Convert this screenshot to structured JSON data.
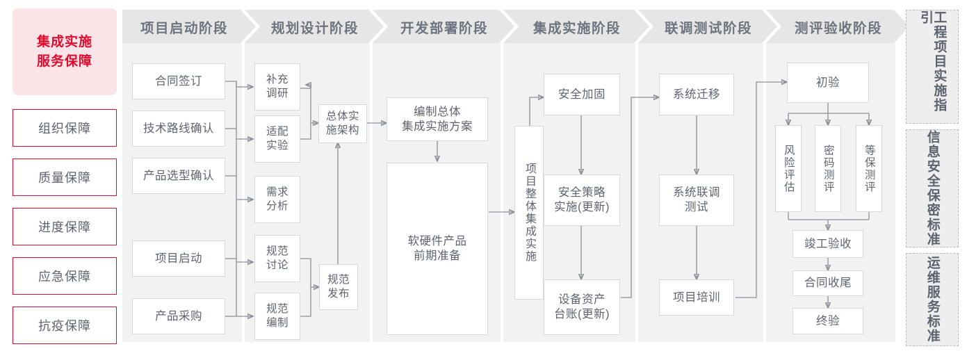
{
  "guarantee": {
    "header_line1": "集成实施",
    "header_line2": "服务保障",
    "items": [
      {
        "label": "组织保障"
      },
      {
        "label": "质量保障"
      },
      {
        "label": "进度保障"
      },
      {
        "label": "应急保障"
      },
      {
        "label": "抗疫保障"
      }
    ]
  },
  "phases": [
    {
      "title": "项目启动阶段"
    },
    {
      "title": "规划设计阶段"
    },
    {
      "title": "开发部署阶段"
    },
    {
      "title": "集成实施阶段"
    },
    {
      "title": "联调测试阶段"
    },
    {
      "title": "测评验收阶段"
    }
  ],
  "nodes": {
    "p1_n1": "合同签订",
    "p1_n2": "技术路线确认",
    "p1_n3": "产品选型确认",
    "p1_n4": "项目启动",
    "p1_n5": "产品采购",
    "p2_n1a": "补充",
    "p2_n1b": "调研",
    "p2_n2a": "适配",
    "p2_n2b": "实验",
    "p2_n3a": "需求",
    "p2_n3b": "分析",
    "p2_n4a": "规范",
    "p2_n4b": "讨论",
    "p2_n5a": "规范",
    "p2_n5b": "编制",
    "p2_arch_a": "总体实",
    "p2_arch_b": "施架构",
    "p2_pub_a": "规范",
    "p2_pub_b": "发布",
    "p3_n1a": "编制总体",
    "p3_n1b": "集成实施方案",
    "p3_n2a": "软硬件产品",
    "p3_n2b": "前期准备",
    "p4_vert": "项目整体集成实施",
    "p4_n1": "安全加固",
    "p4_n2a": "安全策略",
    "p4_n2b": "实施(更新)",
    "p4_n3a": "设备资产",
    "p4_n3b": "台账(更新)",
    "p5_n1": "系统迁移",
    "p5_n2a": "系统联调",
    "p5_n2b": "测试",
    "p5_n3": "项目培训",
    "p6_n1": "初验",
    "p6_n2": "风险评估",
    "p6_n3": "密码测评",
    "p6_n4": "等保测评",
    "p6_n5": "竣工验收",
    "p6_n6": "合同收尾",
    "p6_n7": "终验"
  },
  "standards": [
    {
      "label": "工程项目实施指引"
    },
    {
      "label": "信息安全保密标准"
    },
    {
      "label": "运维服务标准"
    }
  ],
  "colors": {
    "accent_red": "#d8112f",
    "header_pink": "#fbe4e8",
    "phase_header_gray": "#e6e6e6",
    "phase_body_gray": "#f2f2f2",
    "node_border": "#d5d7da",
    "text_gray": "#5d6470",
    "wire": "#8c9098"
  }
}
